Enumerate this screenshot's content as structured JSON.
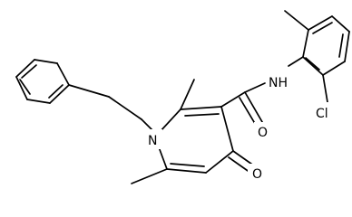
{
  "diagram": {
    "type": "chemical-structure",
    "atom_labels": {
      "amide_nitrogen": "NH",
      "chlorine": "Cl",
      "ring_nitrogen": "N",
      "amide_oxygen": "O",
      "ketone_oxygen": "O"
    },
    "colors": {
      "background": "#ffffff",
      "bond": "#000000",
      "label": "#000000"
    }
  }
}
